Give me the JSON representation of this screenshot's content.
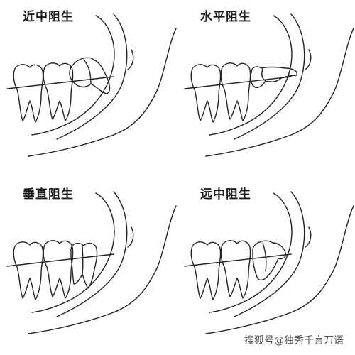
{
  "panels": [
    {
      "label": "近中阻生"
    },
    {
      "label": "水平阻生"
    },
    {
      "label": "垂直阻生"
    },
    {
      "label": "远中阻生"
    }
  ],
  "watermark": "搜狐号@独秀千言万语",
  "colors": {
    "line": "#222222",
    "background": "#ffffff"
  }
}
